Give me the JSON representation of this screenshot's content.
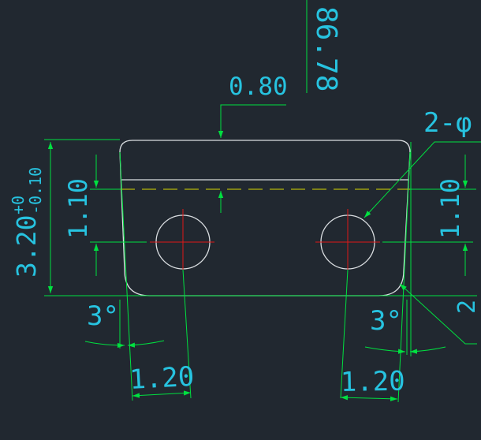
{
  "drawing": {
    "background": "#212830",
    "colors": {
      "part_outline": "#d9dde0",
      "dimension": "#00e040",
      "dim_text": "#27c3e0",
      "center_line": "#e01818",
      "hidden_line": "#d8d800"
    },
    "labels": {
      "top_rotated": "86.78",
      "thickness": "0.80",
      "hole_callout": "2-φ",
      "height_main": "3.20",
      "tol_upper": "+0",
      "tol_lower": "-0.10",
      "left_offset": "1.10",
      "right_offset": "1.10",
      "left_angle": "3°",
      "right_angle": "3°",
      "left_width": "1.20",
      "right_width": "1.20",
      "right_edge_partial": "2"
    }
  }
}
